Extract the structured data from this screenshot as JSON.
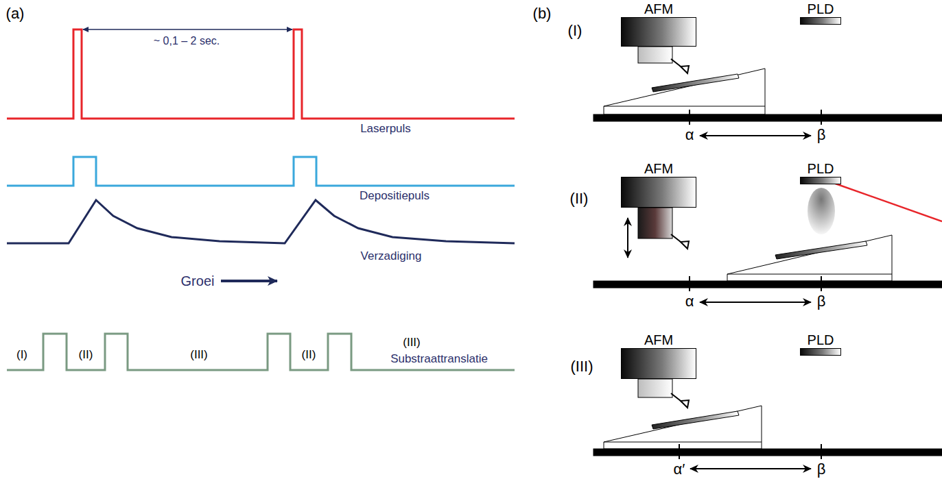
{
  "diagram": {
    "nodes": [
      {
        "text": [
          "AFM"
        ]
      },
      {
        "text": [
          "PLD"
        ]
      },
      {
        "text": [
          "AFM"
        ]
      },
      {
        "text": [
          "PLD"
        ]
      },
      {
        "text": [
          "AFM"
        ]
      },
      {
        "text": [
          "PLD"
        ]
      }
    ],
    "labels": [
      "(a)",
      "~ 0,1 – 2 sec.",
      "Laserpuls",
      "Depositiepuls",
      "Verzadiging",
      "Groei",
      "(I)",
      "(II)",
      "(III)",
      "(II)",
      "(III)",
      "Substraattranslatie",
      "(b)",
      "(I)",
      "α",
      "β",
      "(II)",
      "α",
      "β",
      "(III)",
      "α′",
      "β"
    ]
  }
}
